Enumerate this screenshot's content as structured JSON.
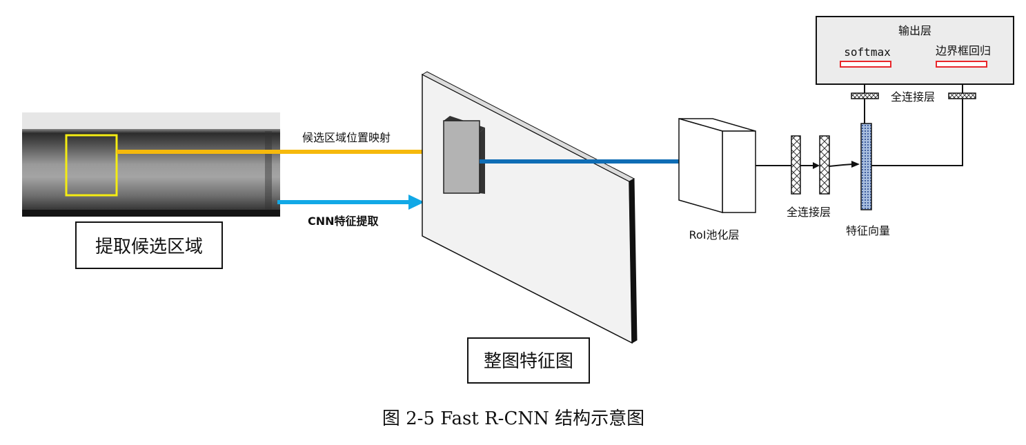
{
  "labels": {
    "roi_mapping": "候选区域位置映射",
    "cnn_extract": "CNN特征提取",
    "extract_candidates": "提取候选区域",
    "whole_feature_map": "整图特征图",
    "roi_pooling": "RoI池化层",
    "fc_layer_bottom": "全连接层",
    "feature_vector": "特征向量",
    "fc_layer_top": "全连接层",
    "output_layer": "输出层",
    "softmax": "softmax",
    "bbox_regression": "边界框回归",
    "caption": "图 2-5 Fast R-CNN 结构示意图"
  },
  "colors": {
    "mapping_arrow": "#f6b90c",
    "cnn_arrow": "#11a8e6",
    "feature_arrow": "#0f6db5",
    "candidate_box": "#f4ec12",
    "output_bars": "#e8262a",
    "feature_vector_fill": "#9fb6d9"
  }
}
